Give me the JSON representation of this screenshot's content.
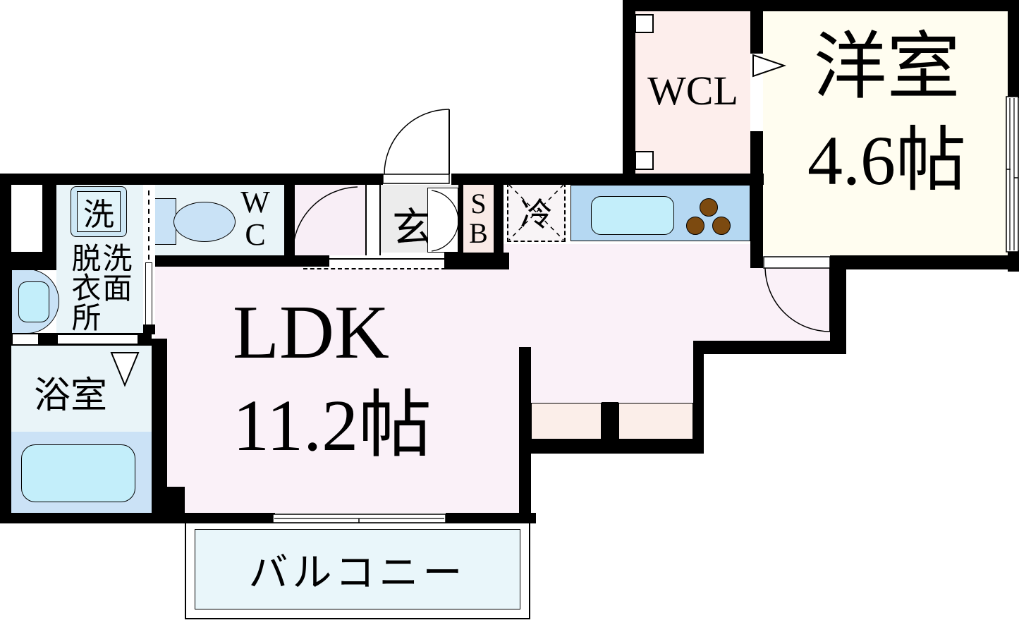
{
  "title": "間取り図 (apartment floor plan)",
  "rooms": {
    "wcl": {
      "label": "WCL"
    },
    "western": {
      "name": "洋室",
      "size": "4.6帖"
    },
    "ldk": {
      "name": "LDK",
      "size": "11.2帖"
    },
    "balcony": {
      "label": "バルコニー"
    },
    "bath": {
      "label": "浴室"
    },
    "toilet": {
      "line1": "W",
      "line2": "C"
    },
    "washer": {
      "label": "洗"
    },
    "dressing": {
      "column_left": "脱衣所",
      "column_right": "洗面"
    },
    "entrance": {
      "label": "玄"
    },
    "shoe_box": {
      "line1": "S",
      "line2": "B"
    },
    "refrigerator": {
      "label": "冷"
    }
  },
  "palette": {
    "wall": "#000000",
    "ldk_floor": "#faf1f8",
    "wcl_floor": "#fdeeec",
    "western_floor": "#fffdf0",
    "wet_room_floor": "#e9f4f8",
    "entrance_floor": "#ececec",
    "shoe_box_fill": "#f9eae6",
    "closet_fill": "#fbeee9",
    "kitchen_counter": "#b5d8f2",
    "fixture_blue": "#c9e2f6",
    "water_cyan": "#c3eefa",
    "burner_brown": "#7c4a10",
    "balcony_floor": "#e9f6fa"
  }
}
